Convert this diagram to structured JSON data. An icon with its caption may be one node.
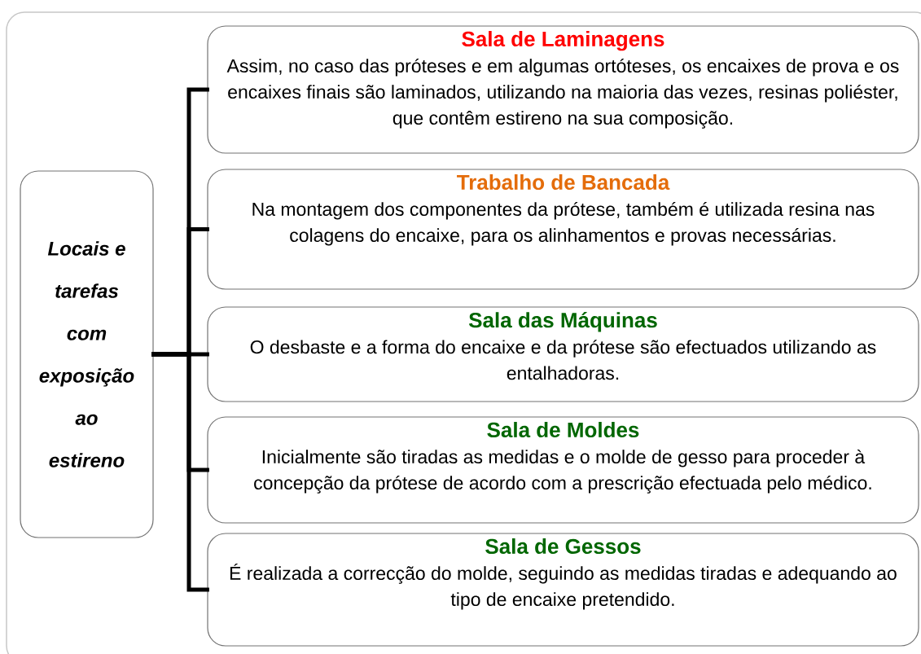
{
  "diagram": {
    "nodes": [
      {
        "text": [
          "Locais e tarefas com exposição ao estireno"
        ]
      },
      {
        "text": [
          "Sala de Laminagens",
          "Assim, no caso das próteses e em algumas ortóteses, os encaixes de prova e os encaixes finais são laminados, utilizando na maioria das vezes, resinas poliéster, que contêm estireno na sua composição."
        ]
      },
      {
        "text": [
          "Trabalho de Bancada",
          "Na montagem dos componentes da prótese, também é utilizada resina nas colagens do encaixe, para os alinhamentos e provas necessárias."
        ]
      },
      {
        "text": [
          "Sala das Máquinas",
          "O desbaste e a forma do encaixe e da prótese são efectuados utilizando as entalhadoras."
        ]
      },
      {
        "text": [
          "Sala de Moldes",
          "Inicialmente são tiradas as medidas e o molde de gesso para proceder à concepção da prótese de acordo com a prescrição efectuada pelo médico."
        ]
      },
      {
        "text": [
          "Sala de Gessos",
          "É realizada a correcção do molde, seguindo as medidas tiradas e adequando ao tipo de encaixe pretendido."
        ]
      }
    ],
    "edges": [
      {
        "from": 0,
        "to": 1,
        "arrow": "none"
      },
      {
        "from": 0,
        "to": 2,
        "arrow": "none"
      },
      {
        "from": 0,
        "to": 3,
        "arrow": "none"
      },
      {
        "from": 0,
        "to": 4,
        "arrow": "none"
      },
      {
        "from": 0,
        "to": 5,
        "arrow": "none"
      }
    ]
  }
}
